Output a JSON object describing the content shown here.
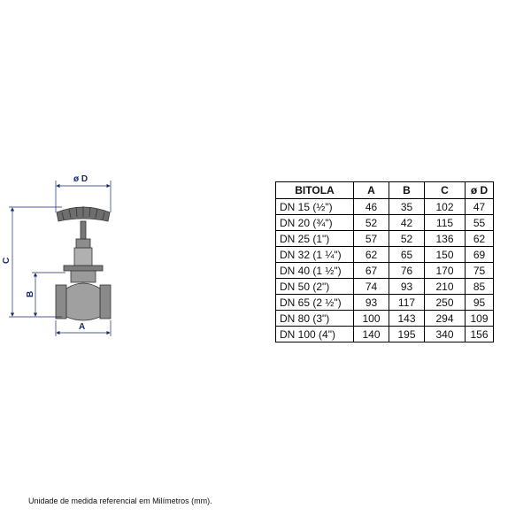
{
  "drawing": {
    "labels": {
      "d": "ø D",
      "c": "C",
      "b": "B",
      "a": "A"
    },
    "dim_color": "#1b2a6b"
  },
  "table": {
    "headers": [
      "BITOLA",
      "A",
      "B",
      "C",
      "ø D"
    ],
    "rows": [
      [
        "DN 15 (½\")",
        "46",
        "35",
        "102",
        "47"
      ],
      [
        "DN 20 (¾\")",
        "52",
        "42",
        "115",
        "55"
      ],
      [
        "DN 25 (1\")",
        "57",
        "52",
        "136",
        "62"
      ],
      [
        "DN 32 (1 ¼\")",
        "62",
        "65",
        "150",
        "69"
      ],
      [
        "DN 40 (1 ½\")",
        "67",
        "76",
        "170",
        "75"
      ],
      [
        "DN 50 (2\")",
        "74",
        "93",
        "210",
        "85"
      ],
      [
        "DN 65 (2 ½\")",
        "93",
        "117",
        "250",
        "95"
      ],
      [
        "DN 80 (3\")",
        "100",
        "143",
        "294",
        "109"
      ],
      [
        "DN 100 (4\")",
        "140",
        "195",
        "340",
        "156"
      ]
    ]
  },
  "footnote": "Unidade de medida referencial em Milímetros (mm)."
}
